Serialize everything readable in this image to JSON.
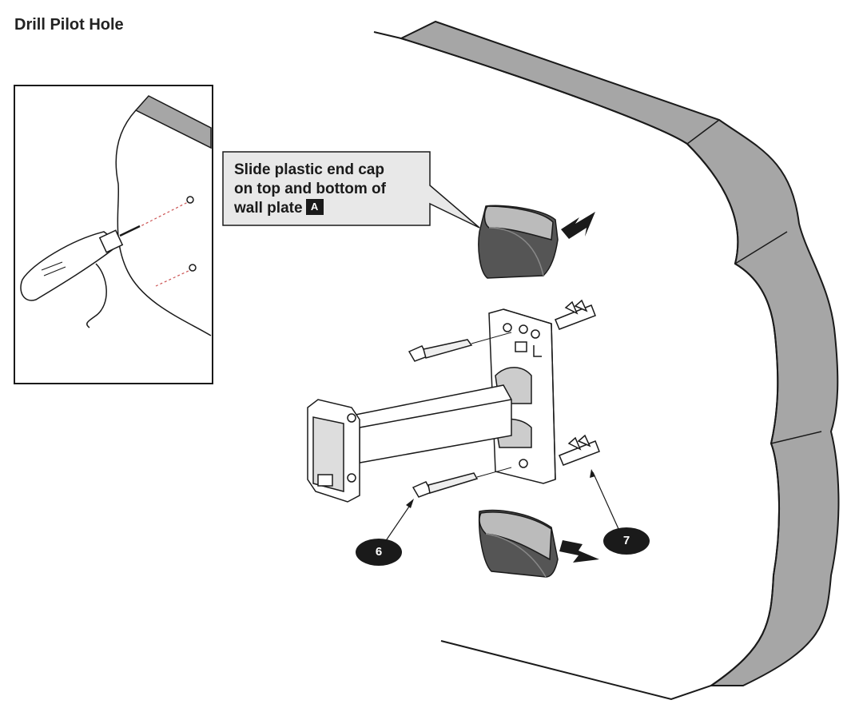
{
  "title": "Drill Pilot Hole",
  "callout": {
    "line1": "Slide plastic end cap",
    "line2": "on top and bottom of",
    "line3": "wall plate",
    "badge": "A"
  },
  "labels": {
    "screw": "6",
    "anchor": "7"
  },
  "colors": {
    "wall_edge": "#a6a6a6",
    "outline": "#1a1a1a",
    "callout_fill": "#e8e8e8"
  }
}
